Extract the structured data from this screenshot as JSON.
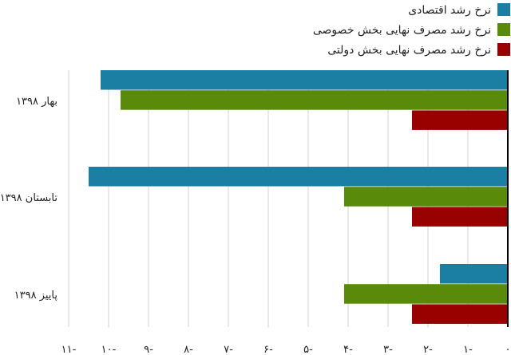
{
  "chart_data": {
    "type": "bar",
    "orientation": "horizontal",
    "categories": [
      "بهار ۱۳۹۸",
      "تابستان ۱۳۹۸",
      "پاییز ۱۳۹۸"
    ],
    "series": [
      {
        "name": "نرخ رشد اقتصادی",
        "color": "#1a7fa3",
        "values": [
          -10.2,
          -10.5,
          -1.7
        ]
      },
      {
        "name": "نرخ رشد مصرف نهایی بخش خصوصی",
        "color": "#5a8a0a",
        "values": [
          -9.7,
          -4.1,
          -4.1
        ]
      },
      {
        "name": "نرخ رشد مصرف نهایی بخش دولتی",
        "color": "#990000",
        "values": [
          -2.4,
          -2.4,
          -2.4
        ]
      }
    ],
    "xlim": [
      -11,
      0
    ],
    "xticks": [
      0,
      -1,
      -2,
      -3,
      -4,
      -5,
      -6,
      -7,
      -8,
      -9,
      -10,
      -11
    ],
    "xtick_labels": [
      "۰",
      "۱-",
      "۲-",
      "۳-",
      "۴-",
      "۵-",
      "۶-",
      "۷-",
      "۸-",
      "۹-",
      "۱۰-",
      "۱۱-"
    ],
    "grid": true,
    "legend": "top-right"
  }
}
